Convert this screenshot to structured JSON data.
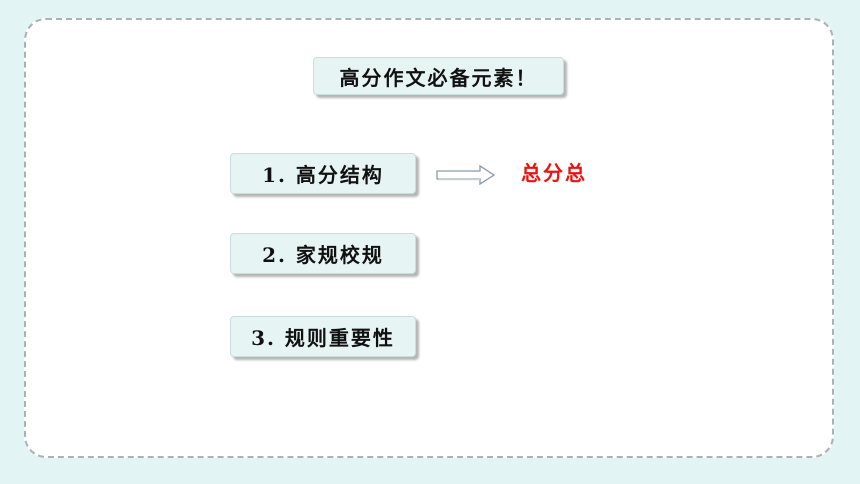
{
  "title": "高分作文必备元素！",
  "items": [
    {
      "label": "1. 高分结构"
    },
    {
      "label": "2. 家规校规"
    },
    {
      "label": "3. 规则重要性"
    }
  ],
  "arrow_icon": "right-arrow-icon",
  "answer": "总分总",
  "colors": {
    "background": "#e3f4f4",
    "card": "#ffffff",
    "pill": "#e6f5f4",
    "answer": "#ee1111"
  }
}
